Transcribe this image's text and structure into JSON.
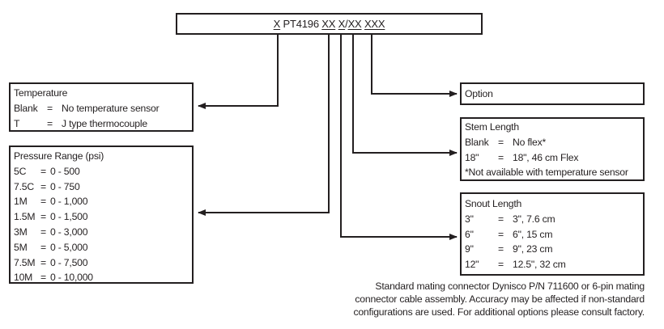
{
  "model_code": {
    "segments": [
      {
        "text": "X",
        "underlined": true
      },
      {
        "text": " PT4196 ",
        "underlined": false
      },
      {
        "text": "XX",
        "underlined": true
      },
      {
        "text": " ",
        "underlined": false
      },
      {
        "text": "X",
        "underlined": true
      },
      {
        "text": "/",
        "underlined": false
      },
      {
        "text": "XX",
        "underlined": true
      },
      {
        "text": " ",
        "underlined": false
      },
      {
        "text": "XXX",
        "underlined": true
      }
    ]
  },
  "temperature": {
    "title": "Temperature",
    "rows": [
      {
        "code": "Blank",
        "sep": "=",
        "value": "No temperature sensor"
      },
      {
        "code": "T",
        "sep": "=",
        "value": "J type thermocouple"
      }
    ]
  },
  "pressure_range": {
    "title": "Pressure Range (psi)",
    "rows": [
      {
        "code": "5C",
        "sep": "=",
        "value": "0 - 500"
      },
      {
        "code": "7.5C",
        "sep": "=",
        "value": "0 - 750"
      },
      {
        "code": "1M",
        "sep": "=",
        "value": "0 - 1,000"
      },
      {
        "code": "1.5M",
        "sep": "=",
        "value": "0 - 1,500"
      },
      {
        "code": "3M",
        "sep": "=",
        "value": "0 - 3,000"
      },
      {
        "code": "5M",
        "sep": "=",
        "value": "0 - 5,000"
      },
      {
        "code": "7.5M",
        "sep": "=",
        "value": "0 - 7,500"
      },
      {
        "code": "10M",
        "sep": "=",
        "value": "0 - 10,000"
      }
    ]
  },
  "option": {
    "title": "Option"
  },
  "stem_length": {
    "title": "Stem Length",
    "rows": [
      {
        "code": "Blank",
        "sep": "=",
        "value": "No flex*"
      },
      {
        "code": "18\"",
        "sep": "=",
        "value": "18\", 46 cm Flex"
      }
    ],
    "note": "*Not available with temperature sensor"
  },
  "snout_length": {
    "title": "Snout Length",
    "rows": [
      {
        "code": "3\"",
        "sep": "=",
        "value": "3\", 7.6 cm"
      },
      {
        "code": "6\"",
        "sep": "=",
        "value": "6\", 15 cm"
      },
      {
        "code": "9\"",
        "sep": "=",
        "value": "9\", 23 cm"
      },
      {
        "code": "12\"",
        "sep": "=",
        "value": "12.5\", 32 cm"
      }
    ]
  },
  "footnote": {
    "lines": [
      "Standard mating connector Dynisco P/N 711600 or 6-pin mating",
      "connector cable assembly. Accuracy may be affected if non-standard",
      "configurations are used. For additional options please consult factory."
    ]
  }
}
